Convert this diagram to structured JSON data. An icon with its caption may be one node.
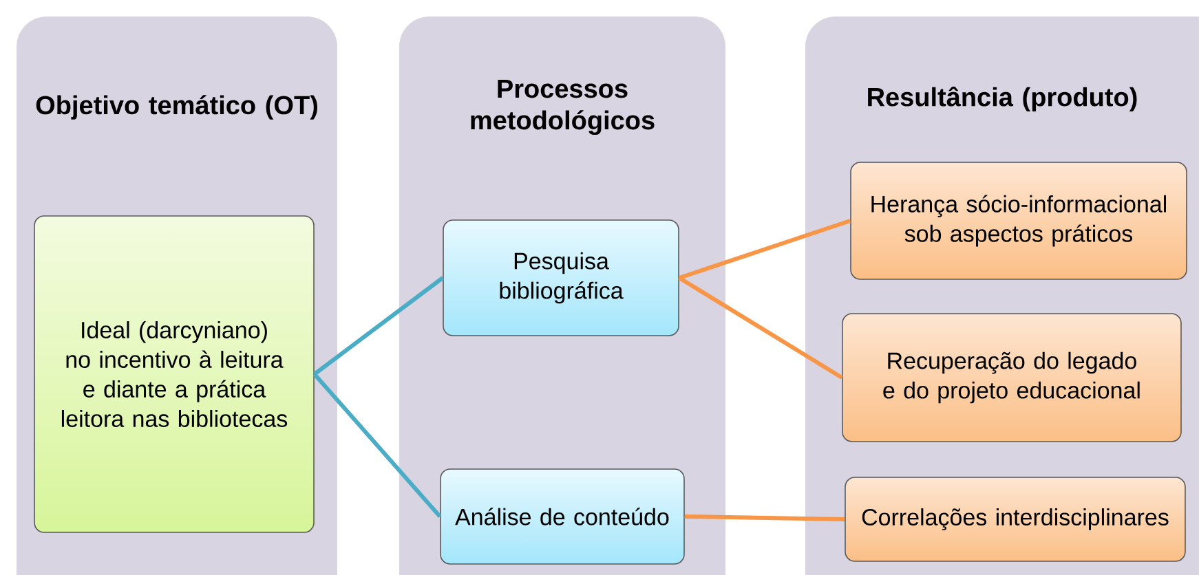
{
  "diagram": {
    "nodes": [
      {
        "text": [
          "Objetivo temático (OT)"
        ]
      },
      {
        "text": [
          "Processos metodológicos"
        ]
      },
      {
        "text": [
          "Resultância (produto)"
        ]
      },
      {
        "text": [
          "Ideal (darcyniano) no incentivo à leitura e diante a prática leitora nas bibliotecas"
        ],
        "in": 0
      },
      {
        "text": [
          "Pesquisa bibliográfica"
        ],
        "in": 1
      },
      {
        "text": [
          "Análise de conteúdo"
        ],
        "in": 1
      },
      {
        "text": [
          "Herança sócio-informacional sob aspectos práticos"
        ],
        "in": 2
      },
      {
        "text": [
          "Recuperação do legado e do projeto educacional"
        ],
        "in": 2
      },
      {
        "text": [
          "Correlações interdisciplinares"
        ],
        "in": 2
      }
    ],
    "edges": [
      {
        "from": 3,
        "to": 4,
        "arrow": "none",
        "color": "#4bacc6"
      },
      {
        "from": 3,
        "to": 5,
        "arrow": "none",
        "color": "#4bacc6"
      },
      {
        "from": 4,
        "to": 6,
        "arrow": "none"
      },
      {
        "from": 4,
        "to": 7,
        "arrow": "none"
      },
      {
        "from": 5,
        "to": 8,
        "arrow": "none"
      }
    ]
  }
}
